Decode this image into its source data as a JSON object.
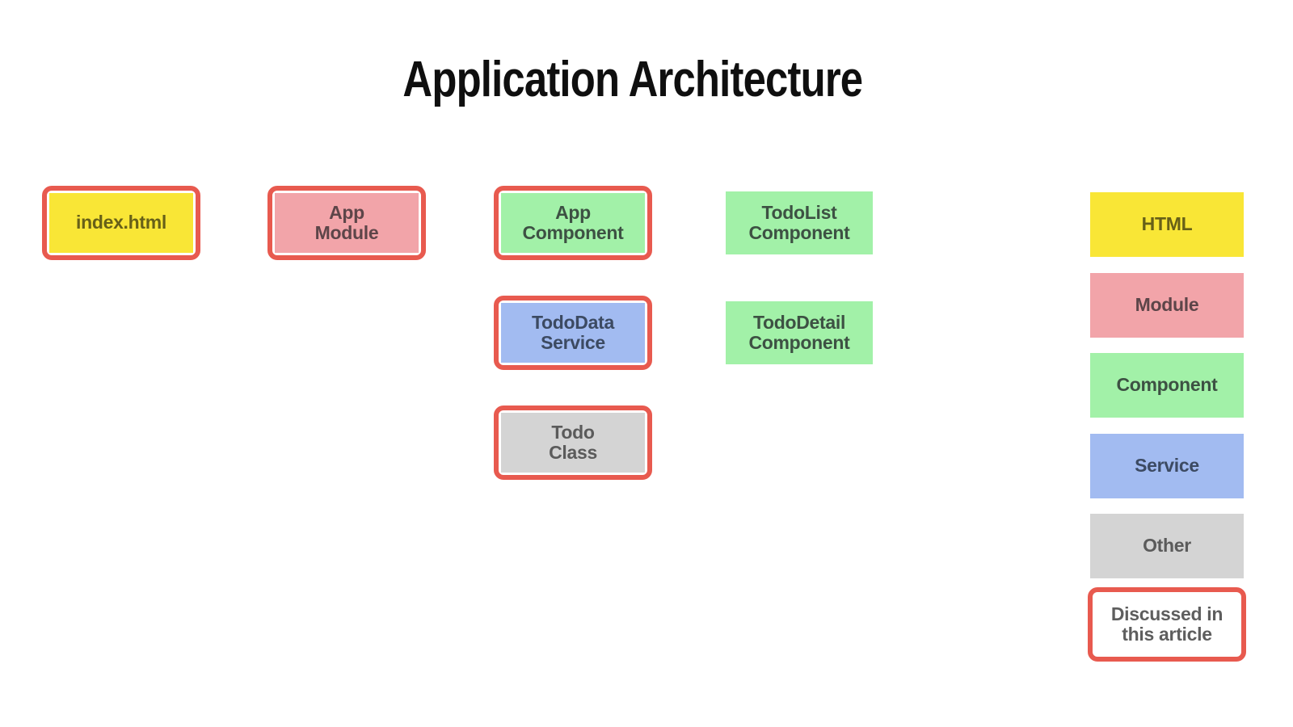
{
  "title": "Application Architecture",
  "colors": {
    "border_highlight": "#e85a4f",
    "yellow": "#f9e636",
    "pink": "#f2a4a9",
    "green": "#a2f1a8",
    "blue": "#a2bbf1",
    "gray": "#d4d4d4",
    "white": "#ffffff"
  },
  "nodes": [
    {
      "label": "index.html",
      "type": "html",
      "highlighted": true,
      "column": 1,
      "row": 1
    },
    {
      "label": "App\nModule",
      "type": "module",
      "highlighted": true,
      "column": 2,
      "row": 1
    },
    {
      "label": "App\nComponent",
      "type": "component",
      "highlighted": true,
      "column": 3,
      "row": 1
    },
    {
      "label": "TodoList\nComponent",
      "type": "component",
      "highlighted": false,
      "column": 4,
      "row": 1
    },
    {
      "label": "TodoData\nService",
      "type": "service",
      "highlighted": true,
      "column": 3,
      "row": 2
    },
    {
      "label": "TodoDetail\nComponent",
      "type": "component",
      "highlighted": false,
      "column": 4,
      "row": 2
    },
    {
      "label": "Todo\nClass",
      "type": "other",
      "highlighted": true,
      "column": 3,
      "row": 3
    }
  ],
  "legend": [
    {
      "label": "HTML",
      "type": "html",
      "highlighted": false
    },
    {
      "label": "Module",
      "type": "module",
      "highlighted": false
    },
    {
      "label": "Component",
      "type": "component",
      "highlighted": false
    },
    {
      "label": "Service",
      "type": "service",
      "highlighted": false
    },
    {
      "label": "Other",
      "type": "other",
      "highlighted": false
    },
    {
      "label": "Discussed in\nthis article",
      "type": "plain",
      "highlighted": true
    }
  ]
}
